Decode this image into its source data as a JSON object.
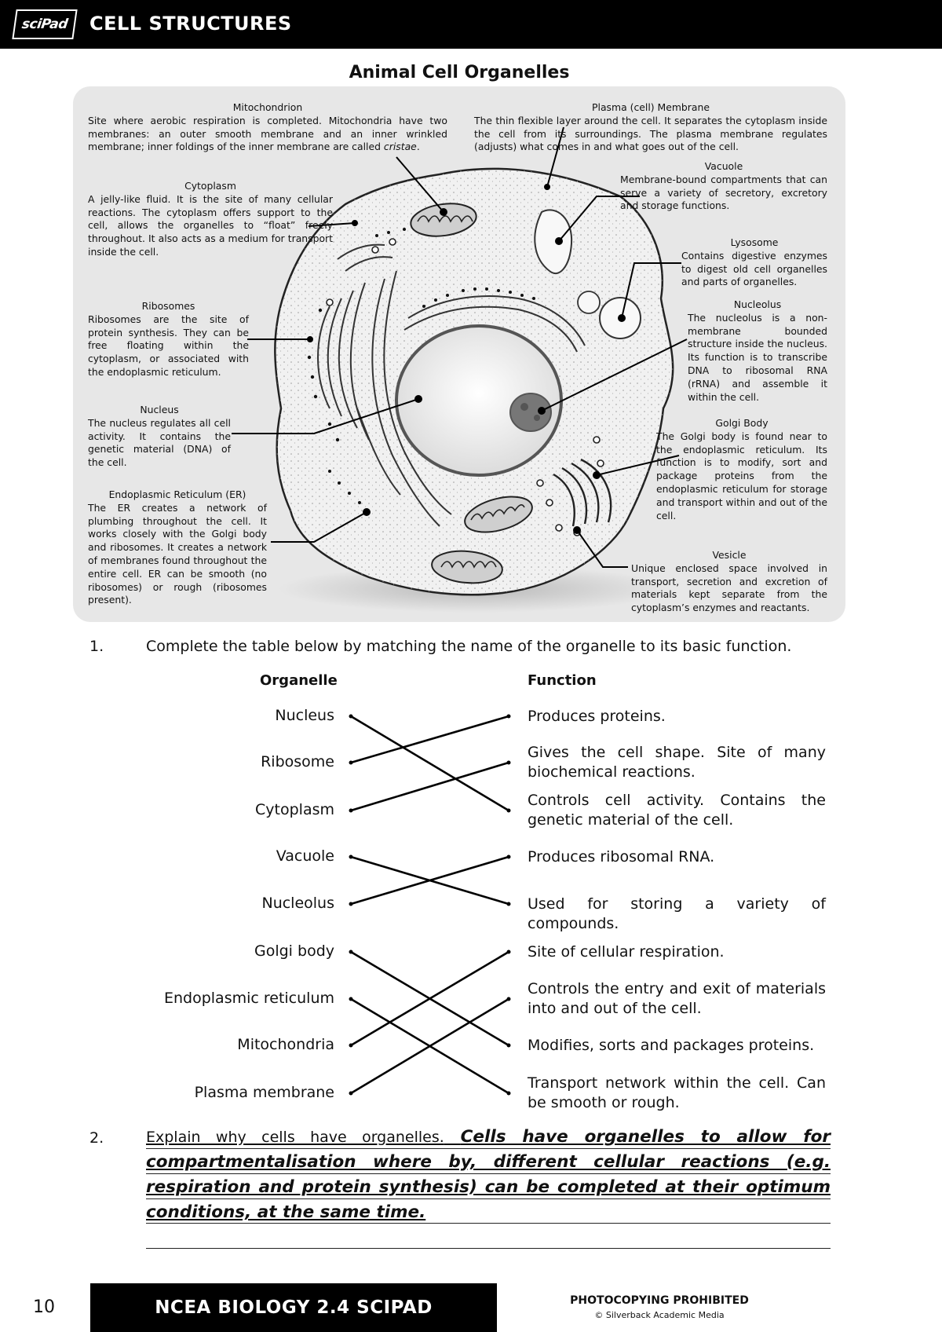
{
  "header": {
    "logo_text": "sciPad",
    "title": "CELL STRUCTURES"
  },
  "diagram": {
    "title": "Animal Cell Organelles",
    "labels": {
      "mitochondrion": {
        "heading": "Mitochondrion",
        "body": "Site where aerobic respiration is completed. Mitochondria have two membranes: an outer smooth membrane and an inner wrinkled membrane; inner foldings of the inner membrane are called",
        "body_italic": "cristae",
        "body_end": "."
      },
      "cytoplasm": {
        "heading": "Cytoplasm",
        "body": "A jelly-like fluid. It is the site of many cellular reactions. The cytoplasm offers support to the cell, allows the organelles to “float” freely throughout. It also acts as a medium for transport inside the cell."
      },
      "ribosomes": {
        "heading": "Ribosomes",
        "body": "Ribosomes are the site of protein synthesis. They can be free floating within the cytoplasm, or associated with the endoplasmic reticulum."
      },
      "nucleus": {
        "heading": "Nucleus",
        "body": "The nucleus regulates all cell activity. It contains the genetic material (DNA) of the cell."
      },
      "er": {
        "heading": "Endoplasmic Reticulum (ER)",
        "body": "The ER creates a network of plumbing throughout the cell. It works closely with the Golgi body and ribosomes. It creates a network of membranes found throughout the entire cell. ER can be smooth (no ribosomes) or rough (ribosomes present)."
      },
      "plasma_membrane": {
        "heading": "Plasma (cell) Membrane",
        "body": "The thin flexible layer around the cell. It separates the cytoplasm inside the cell from its surroundings. The plasma membrane regulates (adjusts) what comes in and what goes out of the cell."
      },
      "vacuole": {
        "heading": "Vacuole",
        "body": "Membrane-bound compartments that can serve a variety of secretory, excretory and storage functions."
      },
      "lysosome": {
        "heading": "Lysosome",
        "body": "Contains digestive enzymes to digest old cell organelles and parts of organelles."
      },
      "nucleolus": {
        "heading": "Nucleolus",
        "body": "The nucleolus is a non-membrane bounded structure inside the nucleus. Its function is to transcribe DNA to ribosomal RNA (rRNA) and assemble it within the cell."
      },
      "golgi": {
        "heading": "Golgi Body",
        "body": "The Golgi body is found near to the endoplasmic reticulum. Its function is to modify, sort and package proteins from the endoplasmic reticulum for storage and transport within and out of the cell."
      },
      "vesicle": {
        "heading": "Vesicle",
        "body": "Unique enclosed space involved in transport, secretion and excretion of materials kept separate from the cytoplasm’s enzymes and reactants."
      }
    }
  },
  "question1": {
    "number": "1.",
    "text": "Complete the table below by matching the name of the organelle to its basic function.",
    "col_organelle": "Organelle",
    "col_function": "Function",
    "organelles": [
      "Nucleus",
      "Ribosome",
      "Cytoplasm",
      "Vacuole",
      "Nucleolus",
      "Golgi body",
      "Endoplasmic reticulum",
      "Mitochondria",
      "Plasma membrane"
    ],
    "functions": [
      "Produces proteins.",
      "Gives the cell shape. Site of many biochemical reactions.",
      "Controls cell activity. Contains the genetic material of the cell.",
      "Produces ribosomal RNA.",
      "Used for storing a variety of compounds.",
      "Site of cellular respiration.",
      "Controls the entry and exit of materials into and out of the cell.",
      "Modifies, sorts and packages proteins.",
      "Transport network within the cell. Can be smooth or rough."
    ],
    "matches": [
      [
        0,
        2
      ],
      [
        1,
        0
      ],
      [
        2,
        1
      ],
      [
        3,
        4
      ],
      [
        4,
        3
      ],
      [
        5,
        7
      ],
      [
        6,
        8
      ],
      [
        7,
        5
      ],
      [
        8,
        6
      ]
    ]
  },
  "question2": {
    "number": "2.",
    "prompt": "Explain why cells have organelles.",
    "answer": "Cells have organelles to allow for compartmentalisation where by, different cellular reactions (e.g. respiration and protein synthesis) can be completed at their optimum conditions, at the same time."
  },
  "footer": {
    "page_number": "10",
    "book_title": "NCEA BIOLOGY 2.4 SCIPAD",
    "notice": "PHOTOCOPYING PROHIBITED",
    "publisher": "© Silverback Academic Media"
  }
}
